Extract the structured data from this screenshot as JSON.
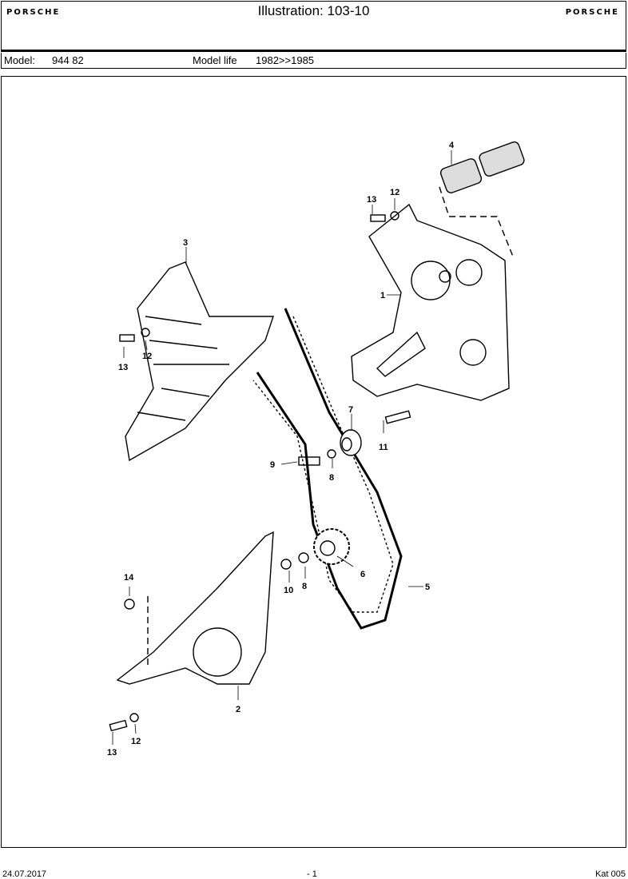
{
  "header": {
    "brand_left": "PORSCHE",
    "brand_right": "PORSCHE",
    "title": "Illustration: 103-10"
  },
  "model": {
    "label": "Model:",
    "value": "944 82",
    "life_label": "Model life",
    "life_value": "1982>>1985"
  },
  "callouts": [
    "1",
    "2",
    "3",
    "4",
    "5",
    "6",
    "7",
    "8",
    "9",
    "10",
    "11",
    "12",
    "13",
    "14",
    "13",
    "12",
    "13",
    "12",
    "8"
  ],
  "footer": {
    "date": "24.07.2017",
    "page": "- 1",
    "catalog": "Kat 005"
  }
}
